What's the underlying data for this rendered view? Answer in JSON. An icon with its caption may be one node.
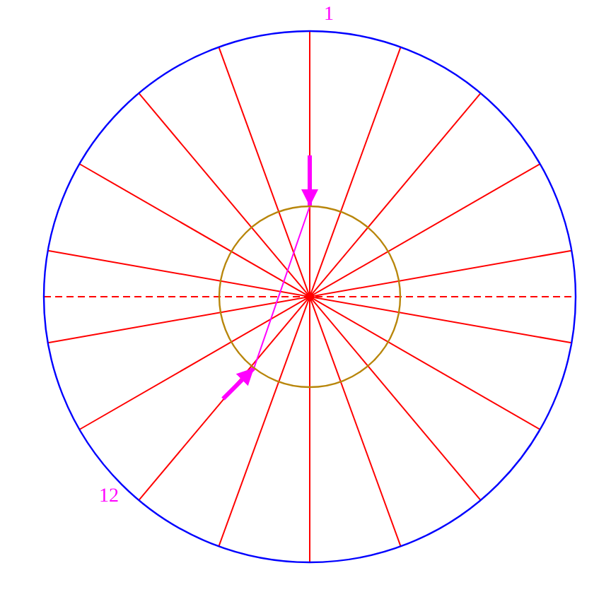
{
  "diagram": {
    "nodes": [
      {
        "text": [],
        "shape": "circle"
      },
      {
        "text": [],
        "shape": "circle",
        "in": 0
      }
    ],
    "edges": [
      {
        "from": null,
        "to": 1,
        "arrow": "to"
      },
      {
        "from": null,
        "to": 1,
        "arrow": "to"
      }
    ],
    "labels": [
      "1",
      "12"
    ]
  }
}
